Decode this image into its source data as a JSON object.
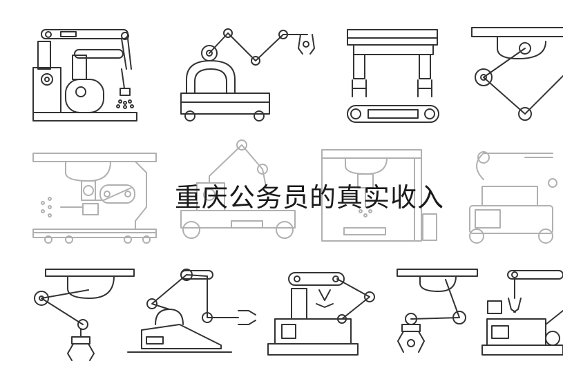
{
  "title": "重庆公务员的真实收入",
  "colors": {
    "line": "#333333",
    "background": "#ffffff",
    "text": "#1a1a1a"
  },
  "illustrations": [
    "gantry-robot-arm",
    "mobile-robot-arm",
    "tracked-gripper-robot",
    "hanging-robot-arm",
    "enclosed-robot-cell",
    "wheeled-robot-arm",
    "robot-cell-cabinet",
    "industrial-robot-vehicle",
    "ceiling-robot-claw",
    "slanted-base-robot-arm",
    "desktop-robot-arm",
    "ceiling-robot-gripper",
    "console-robot-arm"
  ]
}
